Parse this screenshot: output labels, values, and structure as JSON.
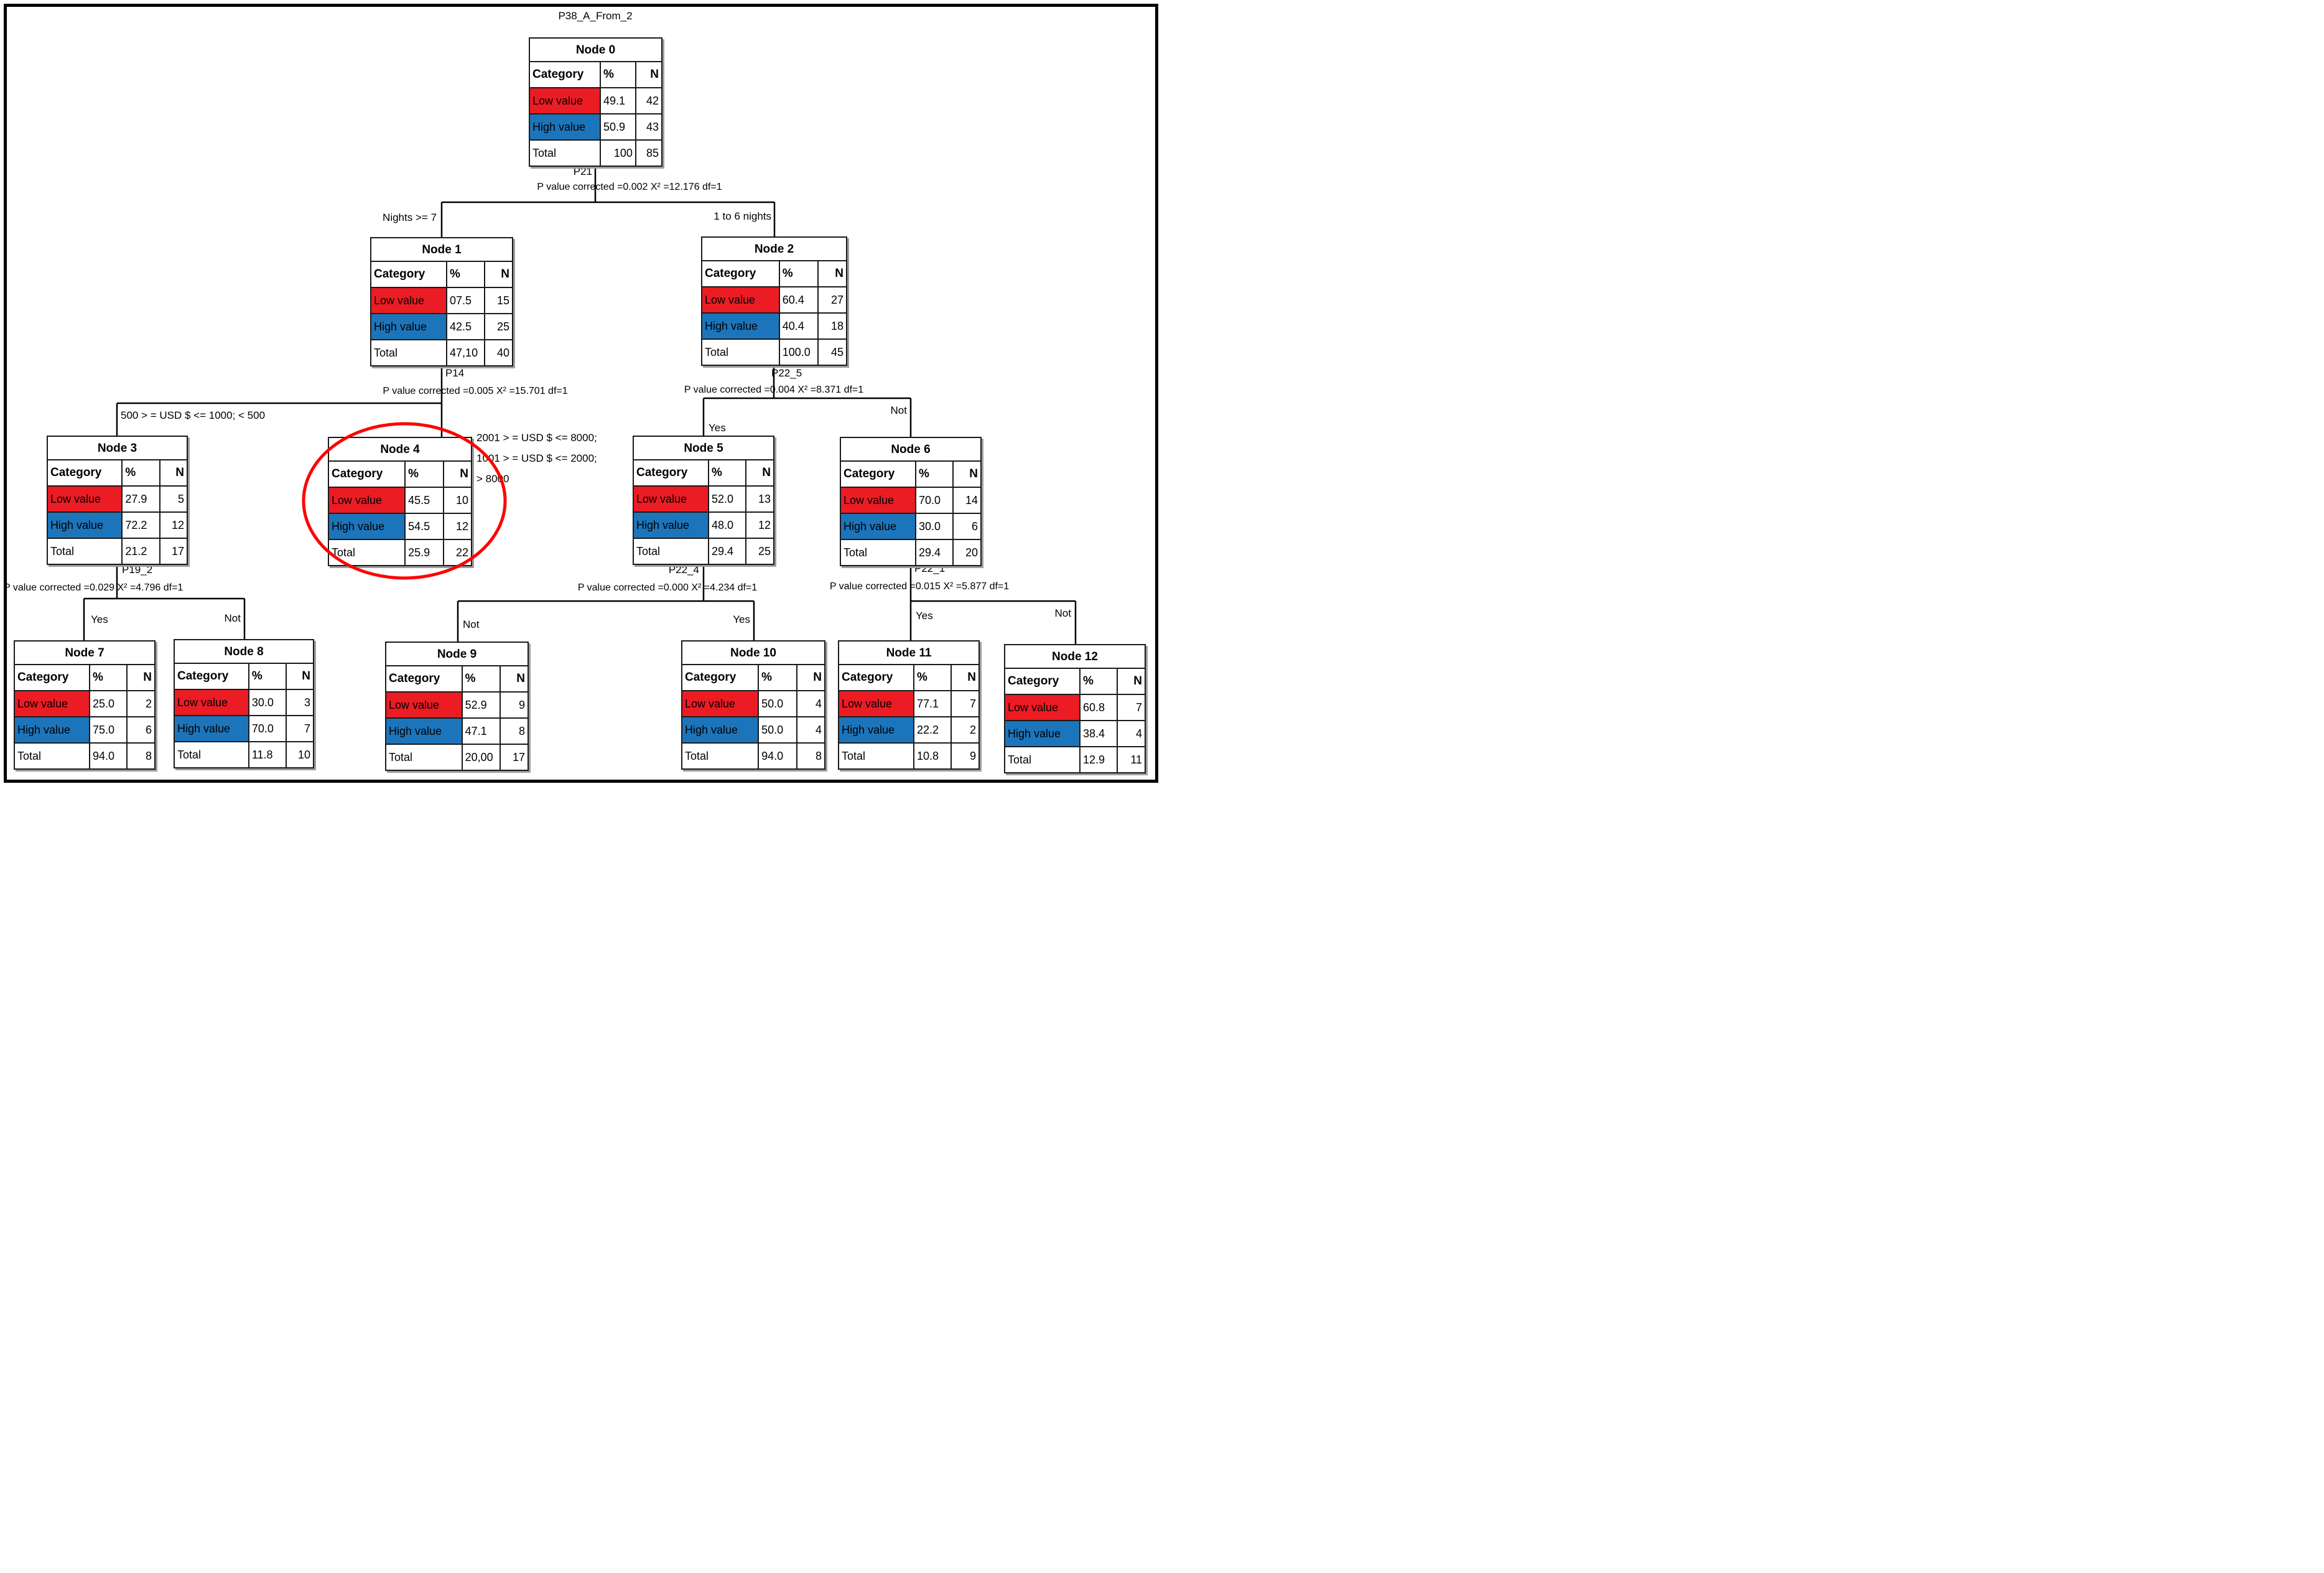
{
  "title": "P38_A_From_2",
  "colors": {
    "low_value": "#EC1C24",
    "high_value": "#1C75BB",
    "line": "#000000",
    "highlight_circle": "#FF0000"
  },
  "table": {
    "header": [
      "Category",
      "%",
      "N"
    ],
    "row_labels": [
      "Low value",
      "High value",
      "Total"
    ]
  },
  "nodes": [
    {
      "id": "node-0",
      "title": "Node 0",
      "low_pct": "49.1",
      "low_n": "42",
      "high_pct": "50.9",
      "high_n": "43",
      "total_pct": "100",
      "total_n": "85",
      "total_pct_align": "right"
    },
    {
      "id": "node-1",
      "title": "Node 1",
      "low_pct": "07.5",
      "low_n": "15",
      "high_pct": "42.5",
      "high_n": "25",
      "total_pct": "47,10",
      "total_n": "40"
    },
    {
      "id": "node-2",
      "title": "Node 2",
      "low_pct": "60.4",
      "low_n": "27",
      "high_pct": "40.4",
      "high_n": "18",
      "total_pct": "100.0",
      "total_n": "45"
    },
    {
      "id": "node-3",
      "title": "Node 3",
      "low_pct": "27.9",
      "low_n": "5",
      "high_pct": "72.2",
      "high_n": "12",
      "total_pct": "21.2",
      "total_n": "17"
    },
    {
      "id": "node-4",
      "title": "Node 4",
      "low_pct": "45.5",
      "low_n": "10",
      "high_pct": "54.5",
      "high_n": "12",
      "total_pct": "25.9",
      "total_n": "22"
    },
    {
      "id": "node-5",
      "title": "Node 5",
      "low_pct": "52.0",
      "low_n": "13",
      "high_pct": "48.0",
      "high_n": "12",
      "total_pct": "29.4",
      "total_n": "25"
    },
    {
      "id": "node-6",
      "title": "Node 6",
      "low_pct": "70.0",
      "low_n": "14",
      "high_pct": "30.0",
      "high_n": "6",
      "total_pct": "29.4",
      "total_n": "20"
    },
    {
      "id": "node-7",
      "title": "Node 7",
      "low_pct": "25.0",
      "low_n": "2",
      "high_pct": "75.0",
      "high_n": "6",
      "total_pct": "94.0",
      "total_n": "8"
    },
    {
      "id": "node-8",
      "title": "Node 8",
      "low_pct": "30.0",
      "low_n": "3",
      "high_pct": "70.0",
      "high_n": "7",
      "total_pct": "11.8",
      "total_n": "10"
    },
    {
      "id": "node-9",
      "title": "Node 9",
      "low_pct": "52.9",
      "low_n": "9",
      "high_pct": "47.1",
      "high_n": "8",
      "total_pct": "20,00",
      "total_n": "17"
    },
    {
      "id": "node-10",
      "title": "Node 10",
      "low_pct": "50.0",
      "low_n": "4",
      "high_pct": "50.0",
      "high_n": "4",
      "total_pct": "94.0",
      "total_n": "8"
    },
    {
      "id": "node-11",
      "title": "Node 11",
      "low_pct": "77.1",
      "low_n": "7",
      "high_pct": "22.2",
      "high_n": "2",
      "total_pct": "10.8",
      "total_n": "9"
    },
    {
      "id": "node-12",
      "title": "Node 12",
      "low_pct": "60.8",
      "low_n": "7",
      "high_pct": "38.4",
      "high_n": "4",
      "total_pct": "12.9",
      "total_n": "11"
    }
  ],
  "splits": {
    "p21": {
      "variable": "P21",
      "stats": "P value corrected =0.002 X² =12.176 df=1",
      "left_label": "Nights >= 7",
      "right_label": "1 to 6 nights"
    },
    "p14": {
      "variable": "P14",
      "stats": "P value corrected =0.005 X² =15.701 df=1",
      "left_label": "500 > = USD $ <= 1000; < 500",
      "right_label_lines": [
        "2001 > = USD $ <= 8000;",
        "1001 > = USD $ <= 2000;",
        "> 8000"
      ]
    },
    "p22_5": {
      "variable": "P22_5",
      "stats": "P value corrected =0.004 X² =8.371 df=1",
      "left_label": "Yes",
      "right_label": "Not"
    },
    "p19_2": {
      "variable": "P19_2",
      "stats": "P value corrected =0.029 X² =4.796 df=1",
      "left_label": "Yes",
      "right_label": "Not"
    },
    "p22_4": {
      "variable": "P22_4",
      "stats": "P value corrected =0.000 X² =4.234 df=1",
      "left_label": "Not",
      "right_label": "Yes"
    },
    "p22_1": {
      "variable": "P22_1",
      "stats": "P value corrected =0.015 X² =5.877 df=1",
      "left_label": "Yes",
      "right_label": "Not"
    }
  }
}
